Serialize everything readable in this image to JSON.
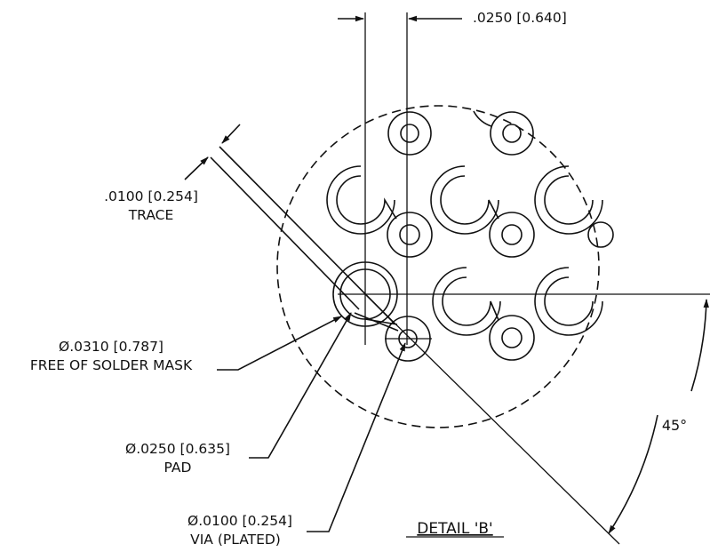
{
  "detail_title": "DETAIL 'B'",
  "labels": {
    "pitch_dim": ".0250 [0.640]",
    "trace_dim": ".0100 [0.254]",
    "trace_label": "TRACE",
    "mask_dim": "Ø.0310 [0.787]",
    "mask_label": "FREE OF SOLDER MASK",
    "pad_dim": "Ø.0250 [0.635]",
    "pad_label": "PAD",
    "via_dim": "Ø.0100 [0.254]",
    "via_label": "VIA (PLATED)",
    "angle": "45°"
  },
  "colors": {
    "line": "#111111",
    "background": "#ffffff"
  }
}
